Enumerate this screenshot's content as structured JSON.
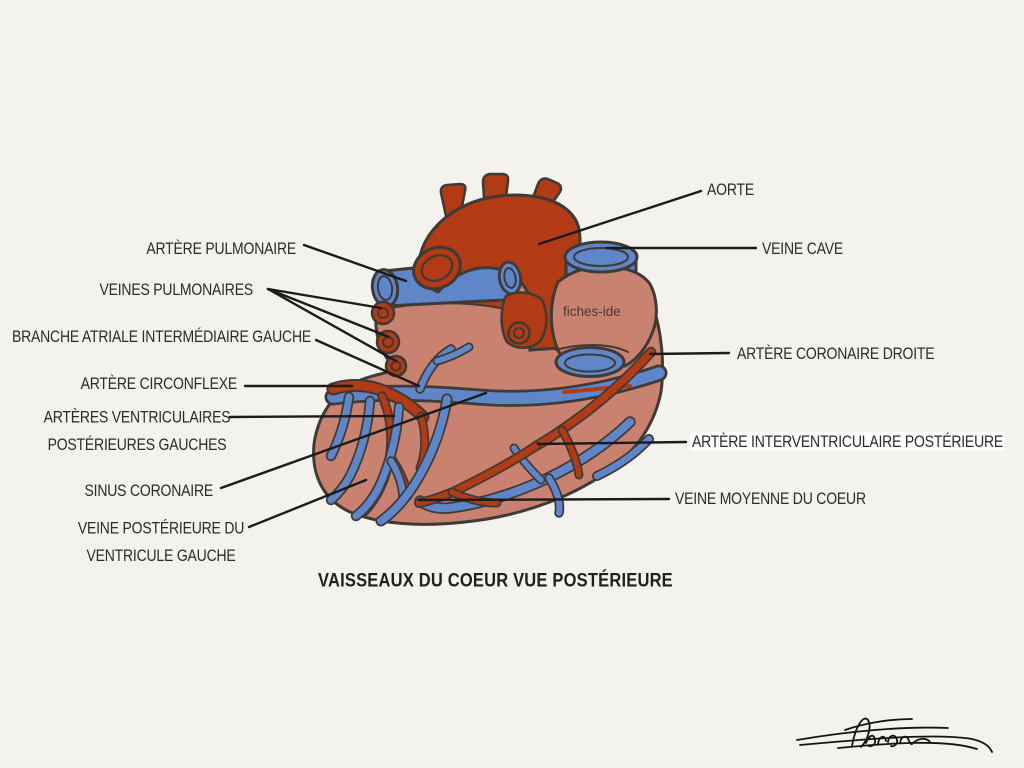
{
  "title": "VAISSEAUX DU COEUR VUE POSTÉRIEURE",
  "watermark": "fiches-ide",
  "colors": {
    "background": "#f4f2ec",
    "artery_red": "#b23a14",
    "vein_blue": "#5e86c9",
    "heart_body": "#c98170",
    "outline": "#3f3a36",
    "text": "#2b2b2b"
  },
  "labels": {
    "artere_pulmonaire": "ARTÈRE PULMONAIRE",
    "veines_pulmonaires": "VEINES PULMONAIRES",
    "branche_atriale": "BRANCHE ATRIALE INTERMÉDIAIRE GAUCHE",
    "artere_circonflexe": "ARTÈRE CIRCONFLEXE",
    "arteres_ventriculaires": "ARTÈRES VENTRICULAIRES POSTÉRIEURES GAUCHES",
    "sinus_coronaire": "SINUS CORONAIRE",
    "veine_posterieure": "VEINE POSTÉRIEURE DU VENTRICULE GAUCHE",
    "aorte": "AORTE",
    "veine_cave": "VEINE CAVE",
    "artere_coronaire_droite": "ARTÈRE CORONAIRE DROITE",
    "artere_interventriculaire": "ARTÈRE  INTERVENTRICULAIRE POSTÉRIEURE",
    "veine_moyenne": "VEINE MOYENNE DU COEUR"
  }
}
